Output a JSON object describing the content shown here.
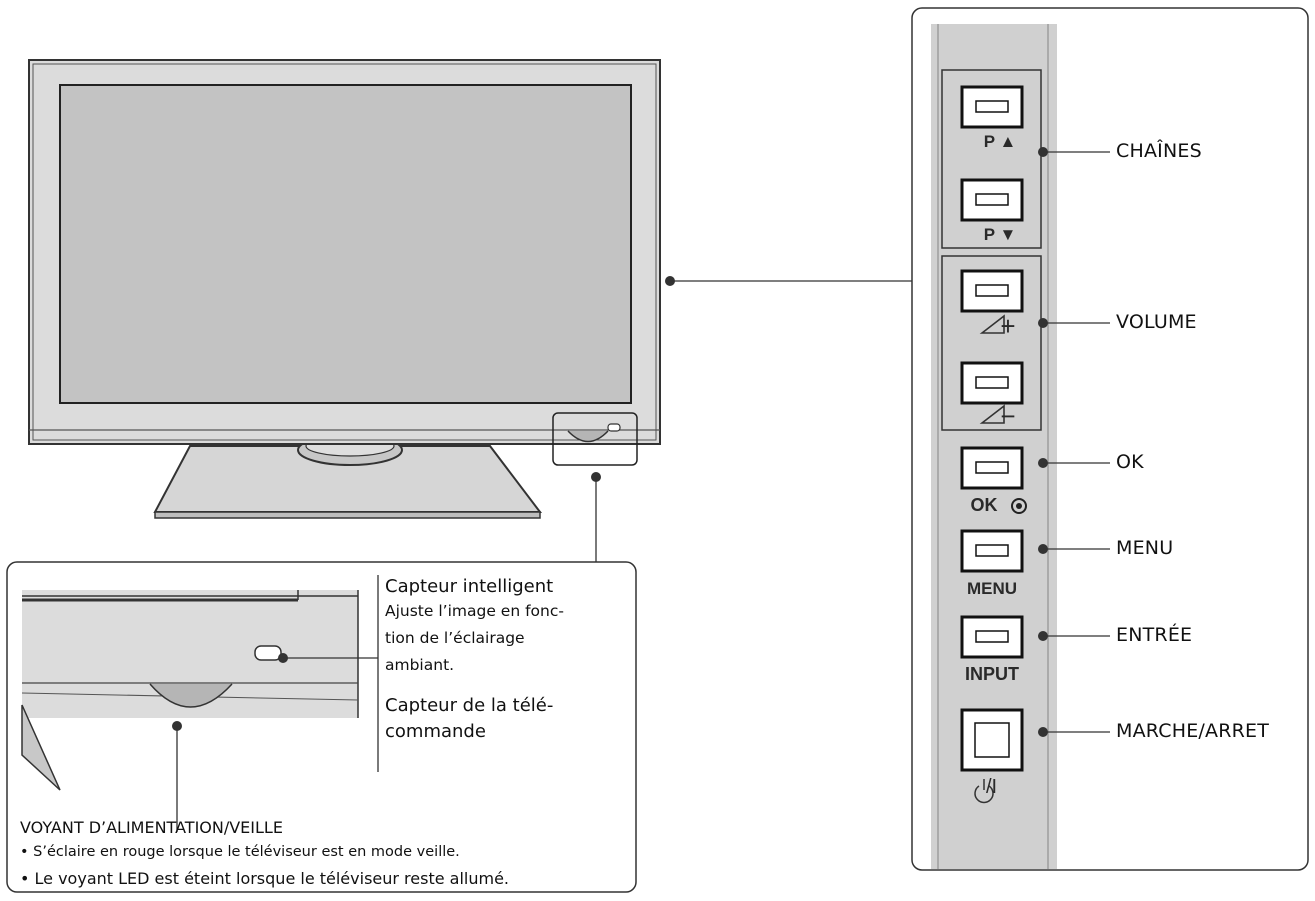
{
  "side_panel": {
    "labels": {
      "channels": "CHAÎNES",
      "volume": "VOLUME",
      "ok": "OK",
      "menu": "MENU",
      "input": "ENTRÉE",
      "power": "MARCHE/ARRET"
    },
    "button_captions": {
      "p_up": "P ▲",
      "p_down": "P ▼",
      "vol_up": "+",
      "vol_down": "−",
      "ok": "OK",
      "menu": "MENU",
      "input": "INPUT",
      "power": "/Ӏ"
    }
  },
  "inset": {
    "sensor_title": "Capteur intelligent",
    "sensor_desc_1": "Ajuste l’image en fonc-",
    "sensor_desc_2": "tion de l’éclairage",
    "sensor_desc_3": "ambiant.",
    "remote_1": "Capteur de la télé-",
    "remote_2": "commande",
    "power_led_title": "VOYANT D’ALIMENTATION/VEILLE",
    "bullet_1": "• S’éclaire en rouge lorsque le téléviseur est en mode veille.",
    "bullet_2": "• Le voyant LED est éteint lorsque le téléviseur reste allumé."
  }
}
